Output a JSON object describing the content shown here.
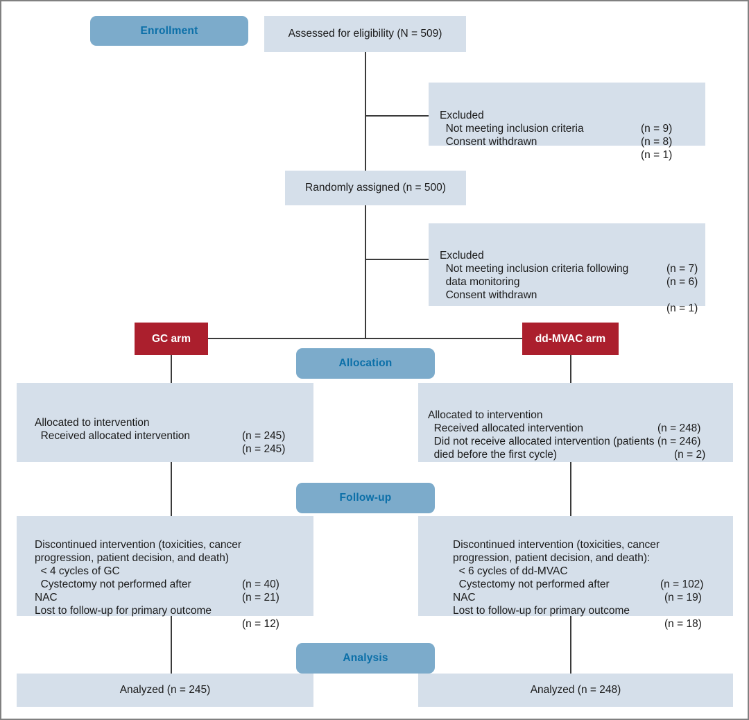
{
  "figure": {
    "type": "consort-flow-diagram",
    "stages": [
      {
        "id": "enrollment",
        "label": "Enrollment"
      },
      {
        "id": "allocation",
        "label": "Allocation"
      },
      {
        "id": "followup",
        "label": "Follow-up"
      },
      {
        "id": "analysis",
        "label": "Analysis"
      }
    ],
    "arms": [
      {
        "id": "gc",
        "label": "GC arm"
      },
      {
        "id": "ddmvac",
        "label": "dd-MVAC arm"
      }
    ],
    "colors": {
      "stage_pill_bg": "#7cabcb",
      "stage_pill_text": "#0b6fa8",
      "arm_box_bg": "#ab1f2d",
      "arm_box_text": "#ffffff",
      "node_box_bg": "#d5dfea",
      "node_text": "#1a1a1a",
      "connector": "#3a3a3a",
      "frame_border": "#808080"
    },
    "nodes": {
      "assessed": {
        "text": "Assessed for eligibility (N = 509)"
      },
      "randomized": {
        "text": "Randomly assigned (n = 500)"
      },
      "excluded_1": {
        "rows": [
          {
            "label": "Excluded",
            "count": "(n = 9)"
          },
          {
            "label": "  Not meeting inclusion criteria",
            "count": "(n = 8)"
          },
          {
            "label": "  Consent withdrawn",
            "count": "(n = 1)"
          }
        ]
      },
      "excluded_2": {
        "rows": [
          {
            "label": "Excluded",
            "count": "(n = 7)"
          },
          {
            "label": "  Not meeting inclusion criteria following",
            "count": "(n = 6)"
          },
          {
            "label": "  data monitoring",
            "count": ""
          },
          {
            "label": "  Consent withdrawn",
            "count": "(n = 1)"
          }
        ]
      },
      "allocation_gc": {
        "rows": [
          {
            "label": "Allocated to intervention",
            "count": "(n = 245)"
          },
          {
            "label": "  Received allocated intervention",
            "count": "(n = 245)"
          }
        ]
      },
      "allocation_ddmvac": {
        "rows": [
          {
            "label": "Allocated to intervention",
            "count": "(n = 248)"
          },
          {
            "label": "  Received allocated intervention",
            "count": "(n = 246)"
          },
          {
            "label": "  Did not receive allocated intervention (patients",
            "count": "(n = 2)"
          },
          {
            "label": "  died before the first cycle)",
            "count": ""
          }
        ]
      },
      "followup_gc": {
        "rows": [
          {
            "label": "Discontinued intervention (toxicities, cancer",
            "count": ""
          },
          {
            "label": "progression, patient decision, and death)",
            "count": ""
          },
          {
            "label": "  < 4 cycles of GC",
            "count": "(n = 40)"
          },
          {
            "label": "  Cystectomy not performed after",
            "count": "(n = 21)"
          },
          {
            "label": "NAC",
            "count": ""
          },
          {
            "label": "Lost to follow-up for primary outcome",
            "count": "(n = 12)"
          }
        ]
      },
      "followup_ddmvac": {
        "rows": [
          {
            "label": "Discontinued intervention (toxicities, cancer",
            "count": ""
          },
          {
            "label": "progression, patient decision, and death):",
            "count": ""
          },
          {
            "label": "  < 6 cycles of dd-MVAC",
            "count": "(n = 102)"
          },
          {
            "label": "  Cystectomy not performed after",
            "count": "(n = 19)"
          },
          {
            "label": "NAC",
            "count": ""
          },
          {
            "label": "Lost to follow-up for primary outcome",
            "count": "(n = 18)"
          }
        ]
      },
      "analyzed_gc": {
        "text": "Analyzed (n = 245)"
      },
      "analyzed_ddmvac": {
        "text": "Analyzed (n = 248)"
      }
    }
  }
}
